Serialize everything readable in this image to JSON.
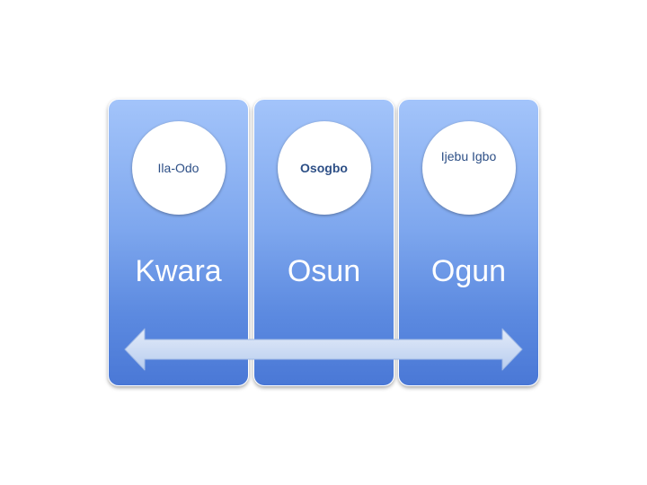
{
  "diagram": {
    "columns": [
      {
        "state": "Kwara",
        "city": "Ila-Odo"
      },
      {
        "state": "Osun",
        "city": "Osogbo"
      },
      {
        "state": "Ogun",
        "city": "Ijebu Igbo"
      }
    ],
    "colors": {
      "column_top": "#a3c4fa",
      "column_bottom": "#4a78d6",
      "circle_fill": "#ffffff",
      "city_text": "#2d4f86",
      "state_text": "#ffffff",
      "arrow_fill": "#c9d9f4"
    },
    "arrow_icon": "double-headed-arrow-icon"
  }
}
